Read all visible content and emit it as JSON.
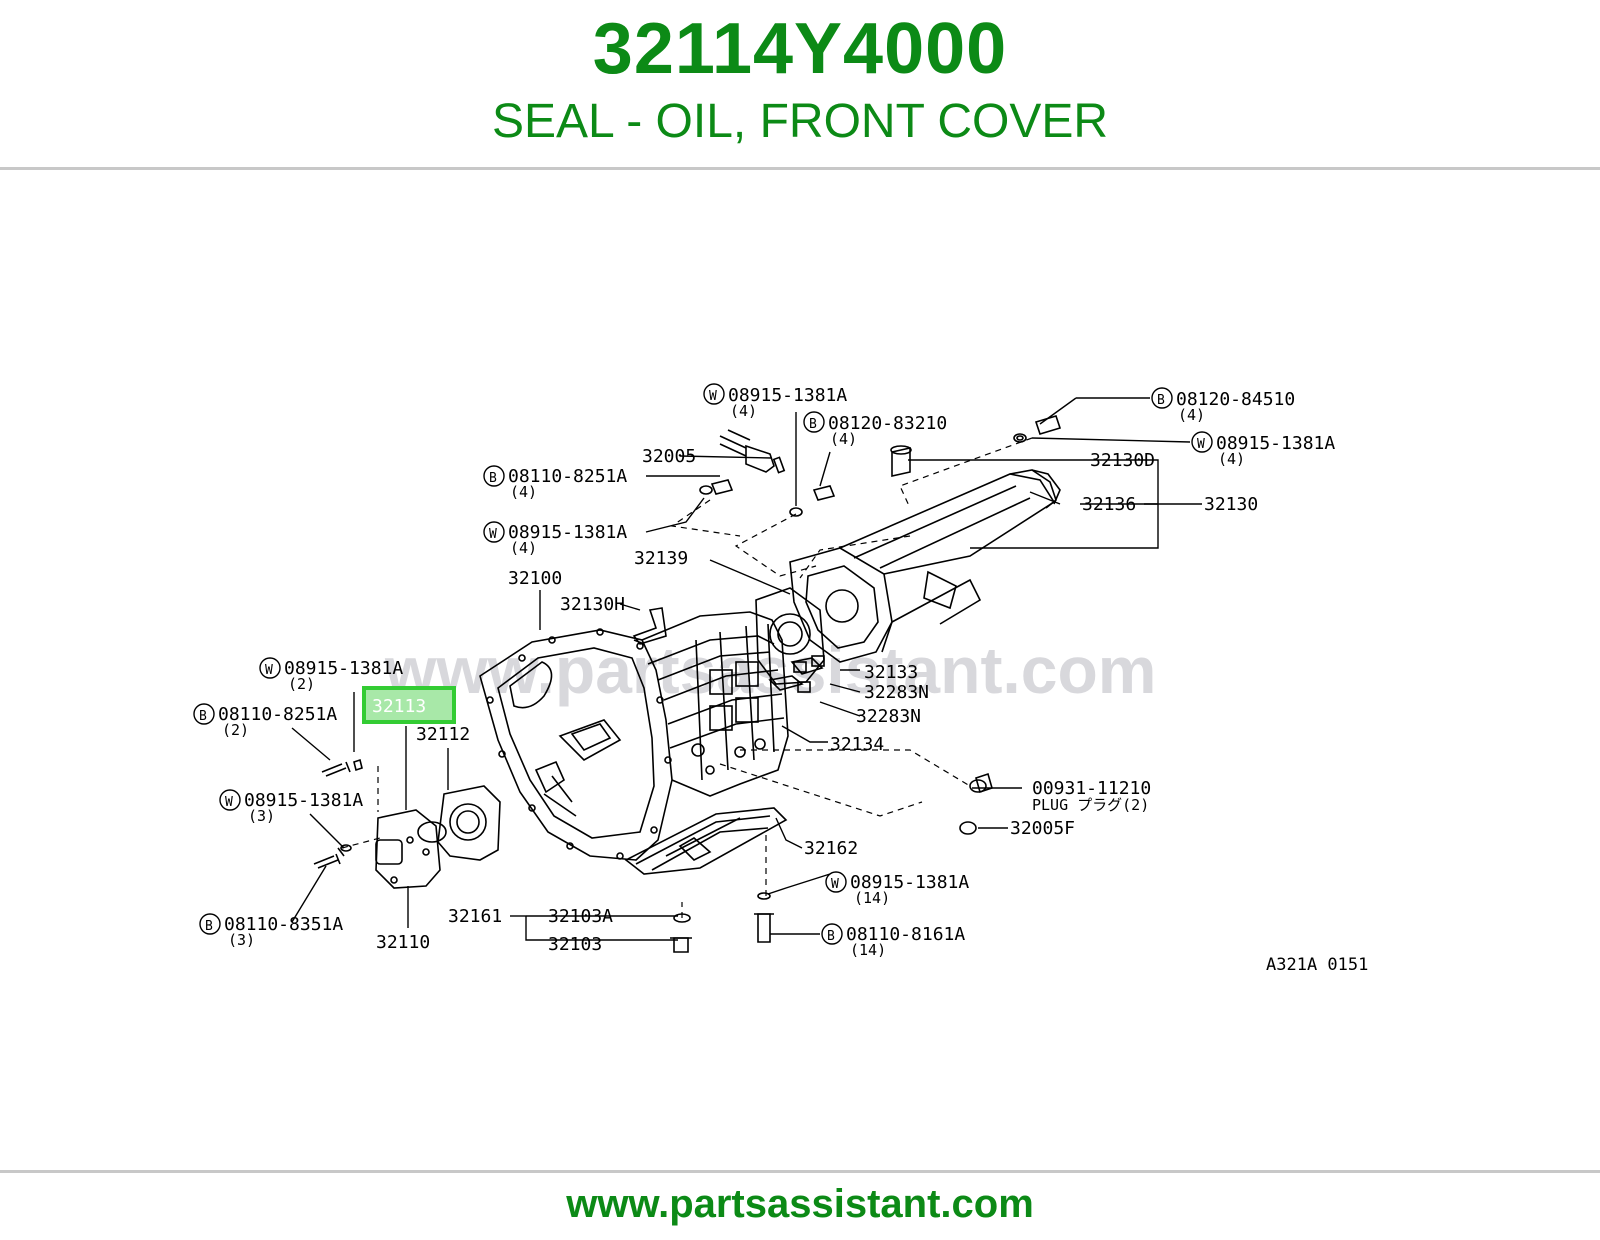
{
  "header": {
    "part_number": "32114Y4000",
    "description": "SEAL - OIL, FRONT COVER"
  },
  "footer": {
    "url": "www.partsassistant.com"
  },
  "diagram": {
    "watermark": "www.partsassistant.com",
    "figure_code": "A321A 0151",
    "highlight_color": "#33cc33",
    "callouts": {
      "w_08915_1381a_top": "08915-1381A",
      "w_08915_1381a_top_qty": "(4)",
      "b_08120_83210": "08120-83210",
      "b_08120_83210_qty": "(4)",
      "b_08120_84510": "08120-84510",
      "b_08120_84510_qty": "(4)",
      "w_08915_1381a_right": "08915-1381A",
      "w_08915_1381a_right_qty": "(4)",
      "p32005": "32005",
      "b_08110_8251a_top": "08110-8251A",
      "b_08110_8251a_top_qty": "(4)",
      "p32130d": "32130D",
      "p32136": "32136",
      "p32130": "32130",
      "w_08915_1381a_mid": "08915-1381A",
      "w_08915_1381a_mid_qty": "(4)",
      "p32139": "32139",
      "p32100": "32100",
      "p32130h": "32130H",
      "p32133": "32133",
      "p32283n_a": "32283N",
      "p32283n_b": "32283N",
      "w_08915_1381a_left": "08915-1381A",
      "w_08915_1381a_left_qty": "(2)",
      "p32113": "32113",
      "b_08110_8251a_left": "08110-8251A",
      "b_08110_8251a_left_qty": "(2)",
      "p32112": "32112",
      "p32134": "32134",
      "p00931_11210": "00931-11210",
      "plug_label": "PLUG プラグ(2)",
      "w_08915_1381a_low": "08915-1381A",
      "w_08915_1381a_low_qty": "(3)",
      "p32005f": "32005F",
      "p32162": "32162",
      "w_08915_1381a_bottom": "08915-1381A",
      "w_08915_1381a_bottom_qty": "(14)",
      "p32161": "32161",
      "p32103a": "32103A",
      "b_08110_8351a": "08110-8351A",
      "b_08110_8351a_qty": "(3)",
      "p32110": "32110",
      "p32103": "32103",
      "b_08110_8161a": "08110-8161A",
      "b_08110_8161a_qty": "(14)",
      "badge_w": "W",
      "badge_b": "B"
    }
  }
}
